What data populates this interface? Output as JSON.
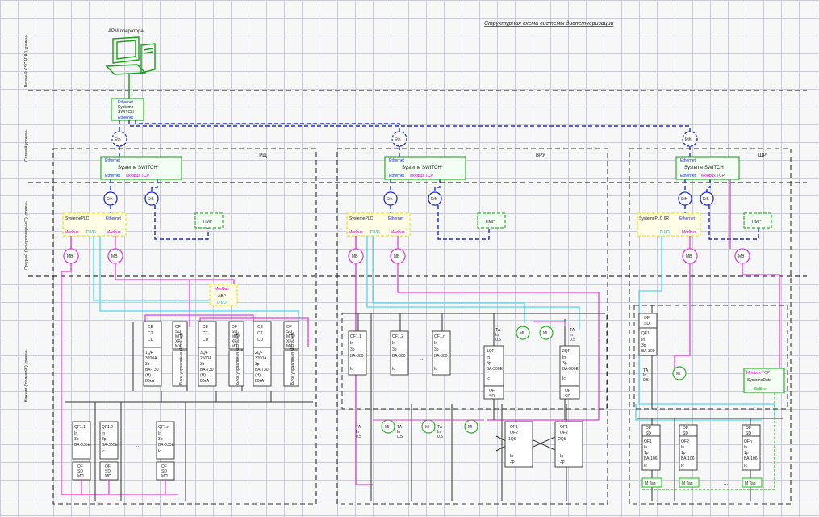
{
  "title": "Структурная схема системы диспетчеризации",
  "levels": {
    "top": "Верхний (\"SCADA\") уровень",
    "network": "Сетевой уровень",
    "middle": "Средний (\"контроллерный\") уровень",
    "bottom": "Нижний (\"полевой\") уровень"
  },
  "operator": "АРМ оператора",
  "main_switch": [
    "Ethernet",
    "Systeme",
    "SWITCH",
    "Ethernet"
  ],
  "eth": "Eth",
  "sections": [
    {
      "name": "ГРЩ",
      "plc": "SystemePLC",
      "switch": "Systeme SWITCH*"
    },
    {
      "name": "ВРУ",
      "plc": "SystemePLC",
      "switch": "Systeme SWITCH*"
    },
    {
      "name": "ЩР",
      "plc": "SystemePLC 6R",
      "switch": "Systeme SWITCH"
    }
  ],
  "labels": {
    "ethernet": "Ethernet",
    "modbus": "Modbus",
    "modbus_tcp": "Modbus TCP",
    "dio": "D I/O",
    "hmi": "HMI*",
    "mb": "МВ",
    "mi": "МI",
    "avr": "АВР",
    "zigbee": "ZigBee",
    "systemedata": "SystemeData",
    "mtag": "M Tag",
    "dots": "…"
  },
  "grsh_breakers": [
    {
      "name": "1QF",
      "lines": [
        "3200А",
        "3р",
        "ВА-730",
        "(Н)",
        "80кА"
      ]
    },
    {
      "name": "3QF",
      "lines": [
        "2500А",
        "3р",
        "ВА-730",
        "(Н)",
        "80кА"
      ]
    },
    {
      "name": "2QF",
      "lines": [
        "3200А",
        "3р",
        "ВА-730",
        "(Н)",
        "80кА"
      ]
    }
  ],
  "aux_block": [
    "CE",
    "CT",
    "CD"
  ],
  "relay_block": [
    "OF",
    "SD",
    "MП",
    "XF",
    "MX"
  ],
  "control_block": "Блок управления MicroLogic",
  "grsh_feeders": [
    {
      "name": "QF1.1",
      "lines": [
        "In",
        "3р",
        "ВА-335Е"
      ]
    },
    {
      "name": "QF1.2",
      "lines": [
        "In",
        "3р",
        "ВА-335Е",
        "Ic"
      ]
    },
    {
      "name": "QF1.n",
      "lines": [
        "In",
        "3р",
        "ВА-335Е",
        "Ic"
      ]
    }
  ],
  "feeder_relay": [
    "OF",
    "SD",
    "MП"
  ],
  "vru_feeders": [
    {
      "name": "QF1.1",
      "lines": [
        "In",
        "3р",
        "ВА-300",
        "Ic"
      ]
    },
    {
      "name": "QF1.2",
      "lines": [
        "In",
        "3р",
        "ВА-300",
        "Ic"
      ]
    },
    {
      "name": "QF1.n",
      "lines": [
        "In",
        "3р",
        "ВА-300",
        "Ic"
      ]
    }
  ],
  "vru_inputs": [
    {
      "name": "1QF",
      "lines": [
        "In",
        "3р",
        "ВА-300Е",
        "Ic"
      ]
    },
    {
      "name": "2QF",
      "lines": [
        "In",
        "3р",
        "ВА-300Е",
        "Ic"
      ]
    }
  ],
  "ta": [
    "ТА",
    "In",
    "0.5"
  ],
  "of_sd": [
    "OF",
    "SD"
  ],
  "ats_switches": [
    {
      "name": "1QS",
      "top": [
        "OF1",
        "OF2"
      ],
      "lines": [
        "In",
        "3р"
      ]
    },
    {
      "name": "2QS",
      "top": [
        "OF1",
        "OF2"
      ],
      "lines": [
        "In",
        "3р"
      ]
    }
  ],
  "shr_main": {
    "name": "QF1",
    "lines": [
      "In",
      "3р",
      "ВА-300"
    ]
  },
  "shr_feeders": [
    {
      "name": "QF1",
      "lines": [
        "In",
        "1р",
        "ВА-106",
        "Ic"
      ]
    },
    {
      "name": "QF2",
      "lines": [
        "In",
        "1р",
        "ВА-106",
        "Ic"
      ]
    },
    {
      "name": "QFn",
      "lines": [
        "In",
        "1р",
        "ВА-106",
        "Ic"
      ]
    }
  ],
  "colors": {
    "ethernet": "#1c2bd6",
    "modbus": "#e23fe0",
    "dio": "#4fd7f2",
    "zigbee": "#26b726",
    "plc": "#f0ea39",
    "dash": "#333333"
  }
}
